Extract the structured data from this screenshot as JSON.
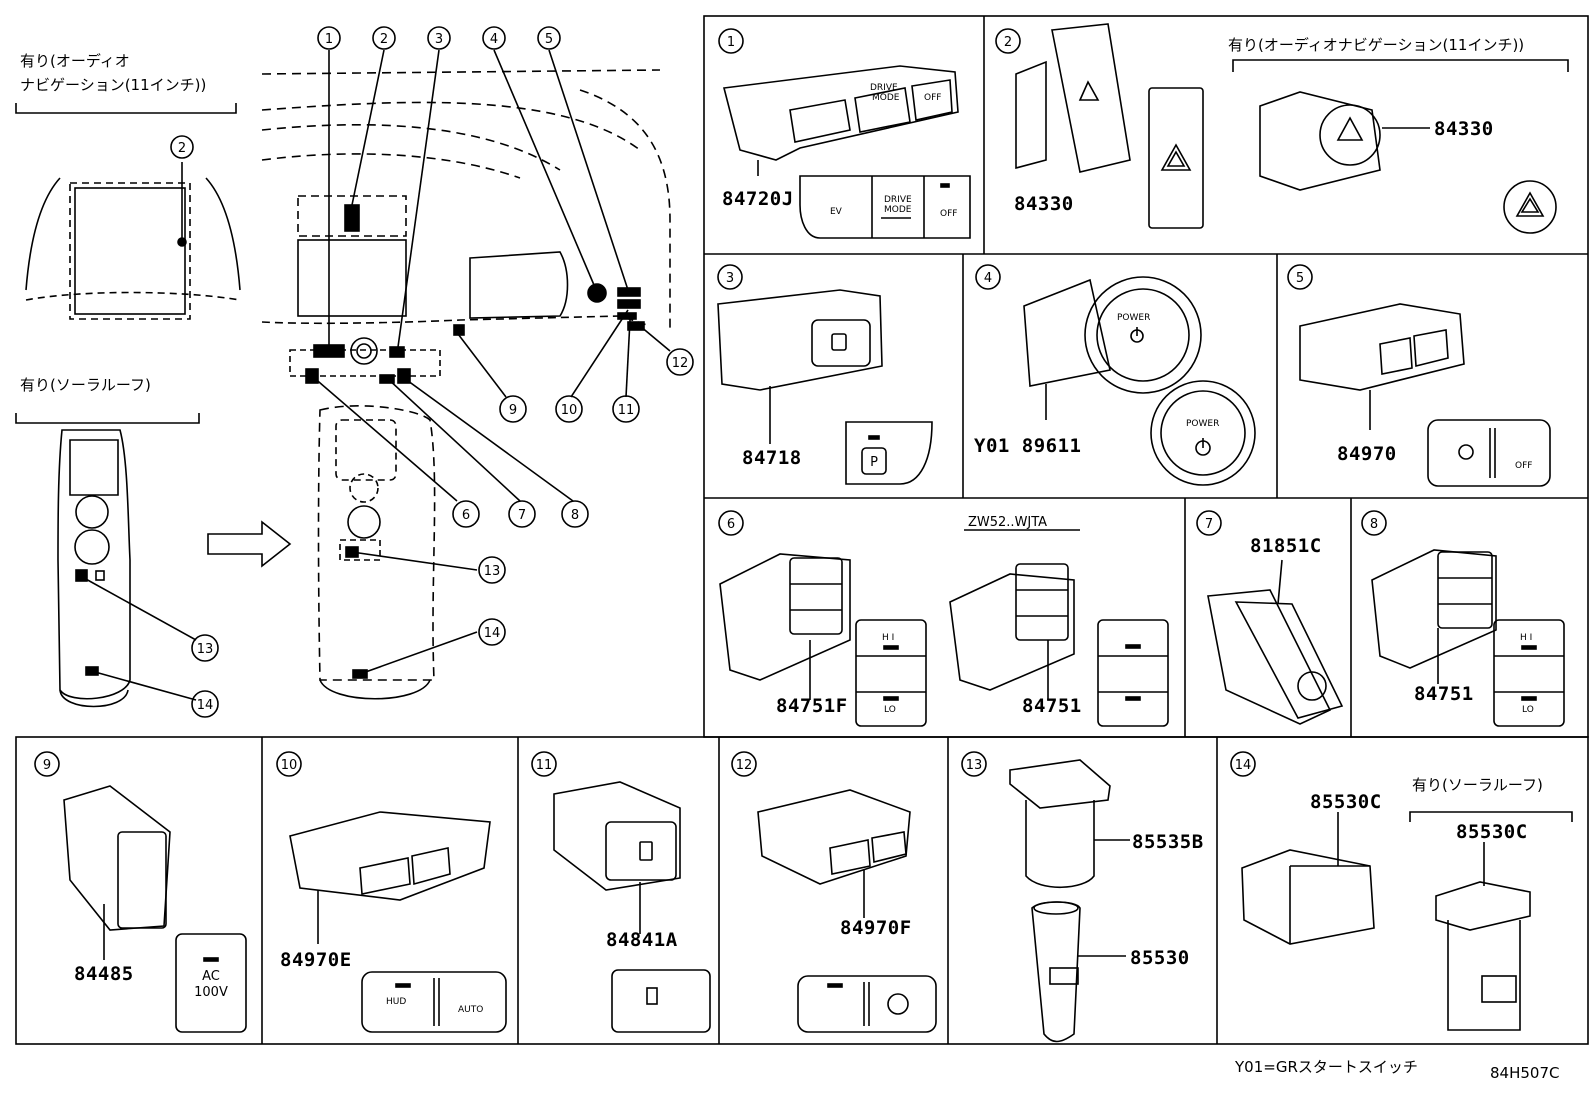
{
  "overview": {
    "note_audio_line1": "有り(オーディオ",
    "note_audio_line2": "ナビゲーション(11インチ))",
    "note_solar": "有り(ソーラルーフ)"
  },
  "callouts": [
    "1",
    "2",
    "3",
    "4",
    "5",
    "6",
    "7",
    "8",
    "9",
    "10",
    "11",
    "12",
    "13",
    "14"
  ],
  "panels": {
    "p1": {
      "num": "1",
      "part": "84720J",
      "btn_drive": "DRIVE",
      "btn_mode": "MODE",
      "btn_off": "OFF",
      "btn_ev": "EV"
    },
    "p2": {
      "num": "2",
      "part_left": "84330",
      "note": "有り(オーディオナビゲーション(11インチ))",
      "part_right": "84330"
    },
    "p3": {
      "num": "3",
      "part": "84718",
      "btn_p": "P"
    },
    "p4": {
      "num": "4",
      "part": "Y01 89611",
      "btn_power": "POWER"
    },
    "p5": {
      "num": "5",
      "part": "84970",
      "btn_off": "OFF"
    },
    "p6": {
      "num": "6",
      "part_left": "84751F",
      "model_note": "ZW52..WJTA",
      "part_right": "84751",
      "hi": "H I",
      "lo": "LO"
    },
    "p7": {
      "num": "7",
      "part": "81851C"
    },
    "p8": {
      "num": "8",
      "part": "84751",
      "hi": "H I",
      "lo": "LO"
    },
    "p9": {
      "num": "9",
      "part": "84485",
      "ac": "AC",
      "v": "100V"
    },
    "p10": {
      "num": "10",
      "part": "84970E",
      "hud": "HUD",
      "auto": "AUTO"
    },
    "p11": {
      "num": "11",
      "part": "84841A"
    },
    "p12": {
      "num": "12",
      "part": "84970F"
    },
    "p13": {
      "num": "13",
      "part_top": "85535B",
      "part_bottom": "85530"
    },
    "p14": {
      "num": "14",
      "part_left": "85530C",
      "note": "有り(ソーラルーフ)",
      "part_right": "85530C"
    }
  },
  "footer": {
    "note": "Y01=GRスタートスイッチ",
    "code": "84H507C"
  }
}
